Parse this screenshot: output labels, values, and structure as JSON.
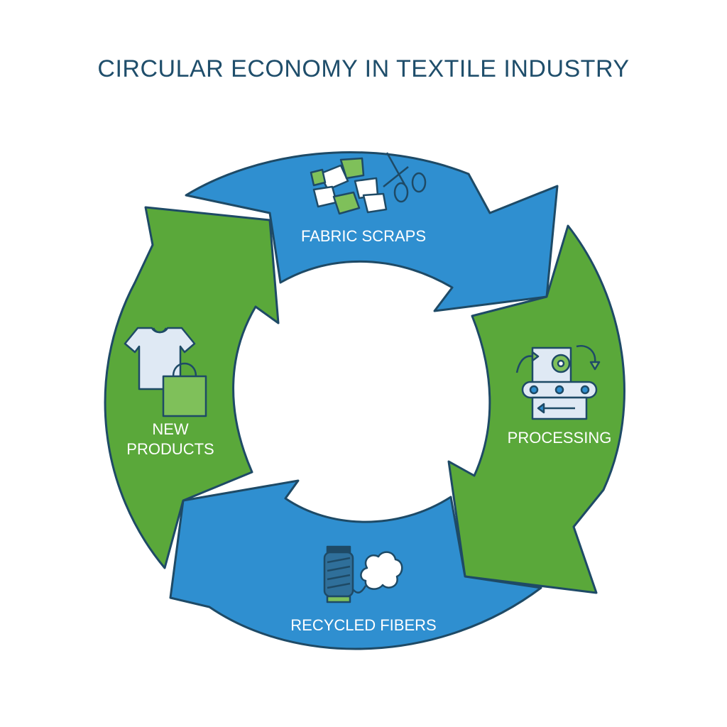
{
  "title": "CIRCULAR ECONOMY IN TEXTILE INDUSTRY",
  "stages": [
    {
      "label_lines": [
        "FABRIC SCRAPS"
      ],
      "color": "#2f8fd0",
      "icon": "fabric-scraps-scissors-icon"
    },
    {
      "label_lines": [
        "PROCESSING"
      ],
      "color": "#5aa83a",
      "icon": "processing-machine-icon"
    },
    {
      "label_lines": [
        "RECYCLED FIBERS"
      ],
      "color": "#2f8fd0",
      "icon": "thread-spool-cotton-icon"
    },
    {
      "label_lines": [
        "NEW",
        "PRODUCTS"
      ],
      "color": "#5aa83a",
      "icon": "tshirt-bag-icon"
    }
  ],
  "colors": {
    "title": "#1f4e6b",
    "outline": "#1e4a66",
    "blue": "#2f8fd0",
    "green": "#5aa83a"
  }
}
